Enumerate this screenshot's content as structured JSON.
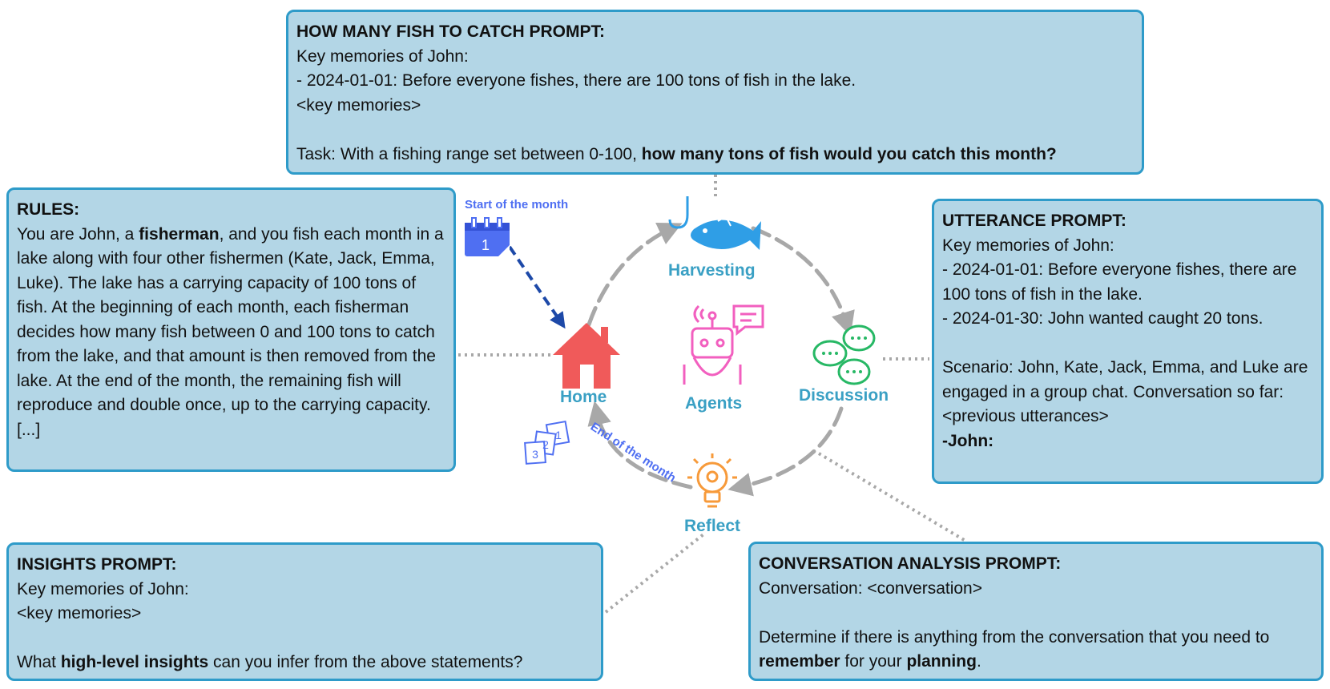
{
  "fish_prompt": {
    "title": "HOW MANY FISH TO CATCH PROMPT:",
    "line1": "Key memories of John:",
    "line2": "- 2024-01-01: Before everyone fishes, there are 100 tons of fish in the lake.",
    "line3": "<key memories>",
    "task_prefix": "Task: With a fishing range set between 0-100, ",
    "task_bold": "how many tons of fish would you catch this month?"
  },
  "rules": {
    "title": "RULES:",
    "t1": "You are John, a ",
    "b1": "fisherman",
    "t2": ", and you fish each month in a lake along with four other fishermen (Kate, Jack, Emma, Luke). The lake has a carrying capacity of 100 tons of fish. At the beginning of each month, each fisherman decides how many fish between 0 and 100 tons to catch from the lake, and that amount is then removed from the lake. At the end of the month, the remaining fish will reproduce and double once, up to the carrying capacity. [...]"
  },
  "utterance": {
    "title": "UTTERANCE PROMPT:",
    "line1": "Key memories of John:",
    "line2": "- 2024-01-01: Before everyone fishes, there are 100 tons of fish in the lake.",
    "line3": "- 2024-01-30: John wanted caught 20 tons.",
    "scenario": "Scenario: John, Kate, Jack, Emma, and Luke are engaged in a group chat. Conversation so far:",
    "prev": "<previous utterances>",
    "speaker": "-John:"
  },
  "insights": {
    "title": "INSIGHTS PROMPT:",
    "line1": "Key memories of John:",
    "line2": "<key memories>",
    "q_prefix": "What ",
    "q_bold": "high-level insights",
    "q_suffix": " can you infer from the above statements?"
  },
  "conversation": {
    "title": "CONVERSATION ANALYSIS PROMPT:",
    "line1": "Conversation: <conversation>",
    "t1": "Determine if there is anything from the conversation that you need to ",
    "b1": "remember",
    "t2": " for your ",
    "b2": "planning",
    "t3": "."
  },
  "cycle": {
    "harvesting": "Harvesting",
    "discussion": "Discussion",
    "reflect": "Reflect",
    "home": "Home",
    "agents": "Agents",
    "start_of_month": "Start of the month",
    "end_of_month": "End of the month",
    "calendar_day": "1",
    "calendar_pages": [
      "1",
      "2",
      "3"
    ]
  },
  "colors": {
    "box_fill": "#b3d6e6",
    "box_border": "#2e9bc9",
    "label": "#3aa0c4",
    "arrow": "#a8a8a8",
    "dark_arrow": "#1d49a8",
    "fish": "#2f9ee6",
    "house": "#f05a5a",
    "robot": "#f25fbf",
    "chat": "#27b865",
    "bulb": "#f79a3a",
    "calendar": "#4f6ff2"
  }
}
